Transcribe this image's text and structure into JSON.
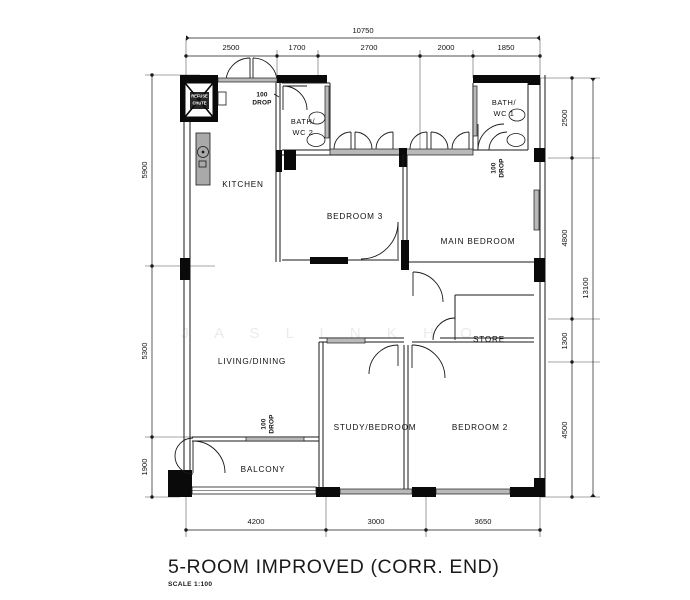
{
  "document": {
    "title": "5-ROOM IMPROVED (CORR. END)",
    "scale": "SCALE  1:100",
    "watermark": "J A S L I N    K H O",
    "background_color": "#ffffff",
    "line_color": "#1a1a1a"
  },
  "rooms": [
    {
      "id": "kitchen",
      "label": "KITCHEN"
    },
    {
      "id": "bath_wc_2",
      "label_line1": "BATH/",
      "label_line2": "WC  2"
    },
    {
      "id": "bath_wc_1",
      "label_line1": "BATH/",
      "label_line2": "WC  1"
    },
    {
      "id": "bedroom_3",
      "label": "BEDROOM  3"
    },
    {
      "id": "main_bedroom",
      "label": "MAIN  BEDROOM"
    },
    {
      "id": "living_dining",
      "label": "LIVING/DINING"
    },
    {
      "id": "store",
      "label": "STORE"
    },
    {
      "id": "study_bedroom",
      "label": "STUDY/BEDROOM"
    },
    {
      "id": "bedroom_2",
      "label": "BEDROOM  2"
    },
    {
      "id": "balcony",
      "label": "BALCONY"
    }
  ],
  "annotations": {
    "refuse_chute_line1": "REFUSE",
    "refuse_chute_line2": "CHUTE",
    "drop_top_line1": "100",
    "drop_top_line2": "DROP",
    "drop_right_line1": "100",
    "drop_right_line2": "DROP",
    "drop_balcony_line1": "100",
    "drop_balcony_line2": "DROP"
  },
  "dimensions": {
    "top_overall": "10750",
    "top_segments": [
      "2500",
      "1700",
      "2700",
      "2000",
      "1850"
    ],
    "right_overall": "13100",
    "right_segments": [
      "2500",
      "4800",
      "1300",
      "4500"
    ],
    "left_segments": [
      "5900",
      "5300",
      "1900"
    ],
    "bottom_segments": [
      "4200",
      "3000",
      "3650"
    ]
  }
}
